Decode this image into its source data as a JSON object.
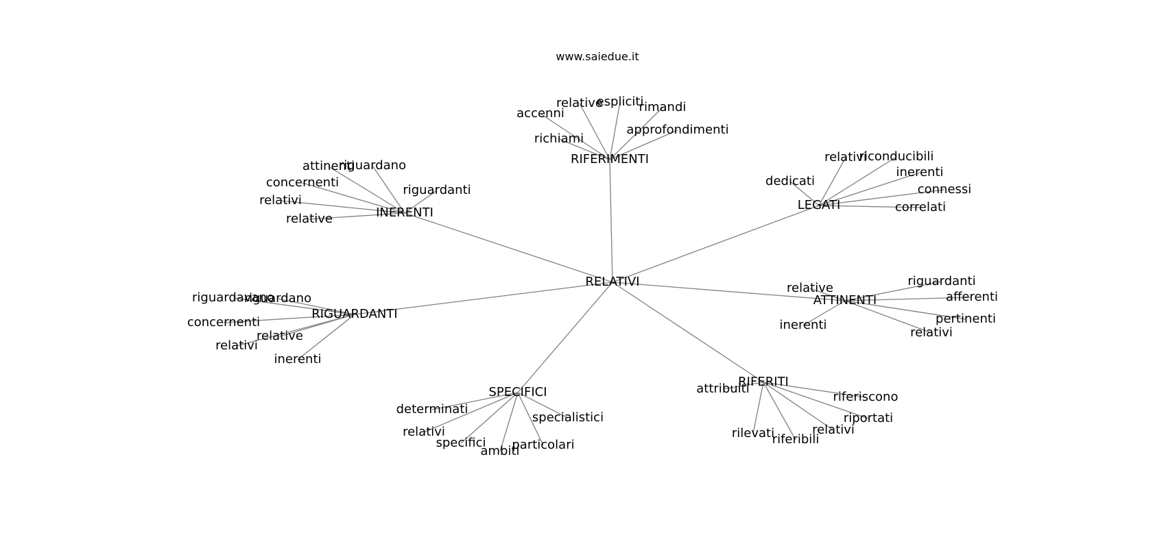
{
  "title": "www.saiedue.it",
  "colors": {
    "edge": "#808080",
    "text": "#000000",
    "background": "#ffffff"
  },
  "graph": {
    "root": "RELATIVI",
    "hubs": [
      {
        "id": "riferimenti",
        "label": "RIFERIMENTI",
        "leaves": [
          "accenni",
          "relative",
          "espliciti",
          "rimandi",
          "richiami",
          "approfondimenti"
        ]
      },
      {
        "id": "inerenti",
        "label": "INERENTI",
        "leaves": [
          "attinenti",
          "riguardano",
          "concernenti",
          "riguardanti",
          "relativi",
          "relative"
        ]
      },
      {
        "id": "legati",
        "label": "LEGATI",
        "leaves": [
          "relativi",
          "riconducibili",
          "dedicati",
          "inerenti",
          "connessi",
          "correlati"
        ]
      },
      {
        "id": "riguardanti",
        "label": "RIGUARDANTI",
        "leaves": [
          "riguardavano",
          "riguardano",
          "concernenti",
          "relative",
          "relativi",
          "inerenti"
        ]
      },
      {
        "id": "attinenti",
        "label": "ATTINENTI",
        "leaves": [
          "relative",
          "riguardanti",
          "afferenti",
          "pertinenti",
          "inerenti",
          "relativi"
        ]
      },
      {
        "id": "specifici",
        "label": "SPECIFICI",
        "leaves": [
          "determinati",
          "specialistici",
          "relativi",
          "specifici",
          "ambiti",
          "particolari"
        ]
      },
      {
        "id": "riferiti",
        "label": "RIFERITI",
        "leaves": [
          "attribuiti",
          "riferiscono",
          "riportati",
          "relativi",
          "rilevati",
          "riferibili"
        ]
      }
    ]
  }
}
